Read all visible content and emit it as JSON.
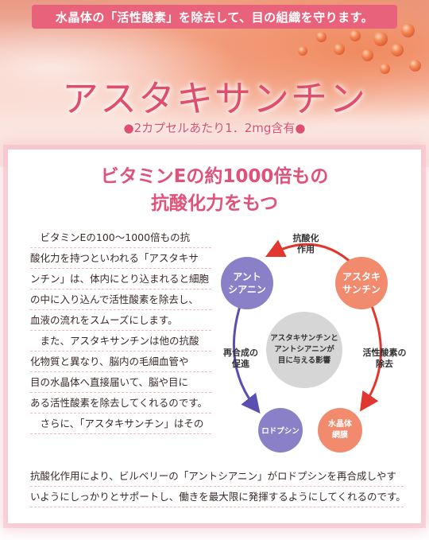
{
  "header": {
    "banner": "水晶体の「活性酸素」を除去して、目の組織を守ります。",
    "title": "アスタキサンチン",
    "subtitle": "●2カプセルあたり1．2mg含有●"
  },
  "section": {
    "heading_line1": "ビタミンEの約1000倍もの",
    "heading_line2": "抗酸化力をもつ"
  },
  "body": {
    "narrow_lines": [
      "　ビタミンEの100～1000倍もの抗",
      "酸化力を持つといわれる「アスタキサ",
      "ンチン」は、体内にとり込まれると細胞",
      "の中に入り込んで活性酸素を除去し、",
      "血液の流れをスムーズにします。",
      "　また、アスタキサンチンは他の抗酸",
      "化物質と異なり、脳内の毛細血管や",
      "目の水晶体へ直接届いて、脳や目に",
      "ある活性酸素を除去してくれるのです。",
      "　さらに、「アスタキサンチン」はその"
    ],
    "wide_lines": [
      "抗酸化作用により、ビルベリーの「アントシアニン」がロドプシンを再合成しやす",
      "いようにしっかりとサポートし、働きを最大限に発揮するようにしてくれるのです。"
    ]
  },
  "diagram": {
    "anthocyanin": "アント\nシアニン",
    "astaxanthin": "アスタキ\nサンチン",
    "center": "アスタキサンチンと\nアントシアニンが\n目に与える影響",
    "rhodopsin": "ロドプシン",
    "lens_tissue": "水晶体\n網膜",
    "label_top": "抗酸化\n作用",
    "label_left": "再合成の\n促進",
    "label_right": "活性酸素の\n除去",
    "colors": {
      "purple": "#8a80c8",
      "salmon": "#f28a6e",
      "gray": "#d6d6d6",
      "arrow_red": "#e2372e",
      "arrow_purple": "#5a4fb0"
    }
  }
}
